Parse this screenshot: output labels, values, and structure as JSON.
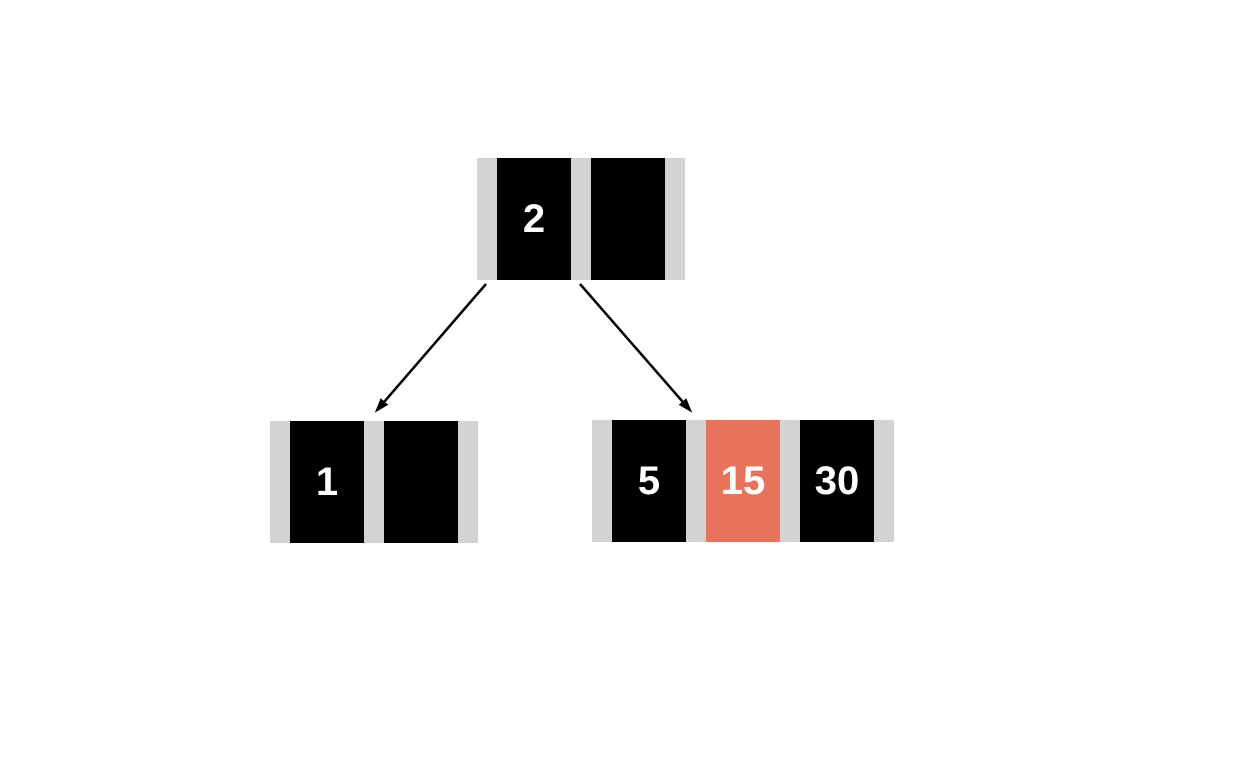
{
  "diagram": {
    "kind": "b-tree",
    "description": "Two-level B-tree / 2-3 tree diagram with one highlighted key cell",
    "colors": {
      "background": "#ffffff",
      "node_frame": "#d3d3d3",
      "cell_fill": "#000000",
      "highlight_cell_fill": "#e8735c",
      "value_text": "#ffffff",
      "edge": "#000000"
    },
    "nodes": [
      {
        "id": "root",
        "cells": [
          {
            "value": "2",
            "highlighted": false
          },
          {
            "value": "",
            "highlighted": false
          }
        ]
      },
      {
        "id": "left-child",
        "cells": [
          {
            "value": "1",
            "highlighted": false
          },
          {
            "value": "",
            "highlighted": false
          }
        ]
      },
      {
        "id": "right-child",
        "cells": [
          {
            "value": "5",
            "highlighted": false
          },
          {
            "value": "15",
            "highlighted": true
          },
          {
            "value": "30",
            "highlighted": false
          }
        ]
      }
    ],
    "edges": [
      {
        "from": "root",
        "to": "left-child"
      },
      {
        "from": "root",
        "to": "right-child"
      }
    ]
  }
}
